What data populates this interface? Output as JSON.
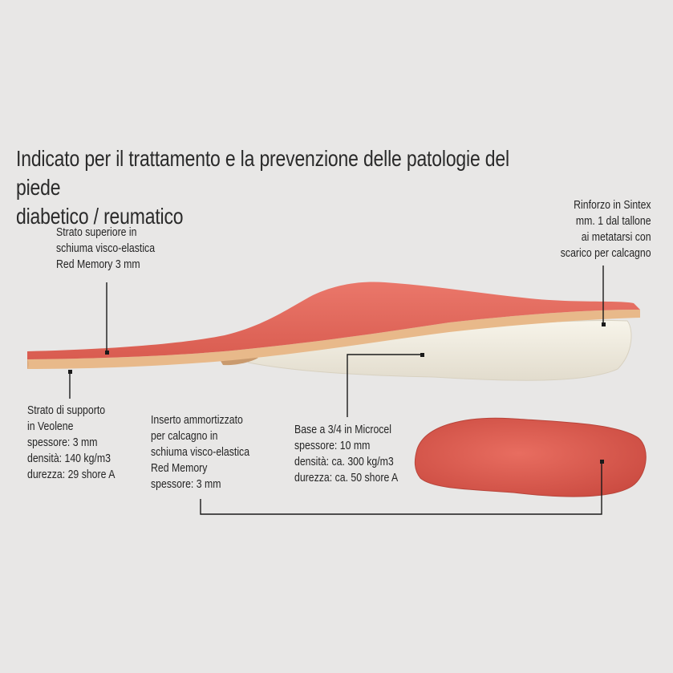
{
  "title_line1": "Indicato per il trattamento e la prevenzione delle patologie del piede",
  "title_line2": "diabetico / reumatico",
  "labels": {
    "top_layer": "Strato superiore in\nschiuma visco-elastica\nRed Memory 3 mm",
    "reinforcement": "Rinforzo in Sintex\nmm. 1 dal tallone\nai metatarsi con\nscarico per calcagno",
    "support_layer": "Strato di supporto\nin Veolene\nspessore: 3 mm\ndensità: 140 kg/m3\ndurezza: 29 shore A",
    "heel_insert": "Inserto ammortizzato\nper calcagno in\nschiuma visco-elastica\nRed Memory\nspessore: 3 mm",
    "base": "Base a 3/4 in Microcel\nspessore: 10 mm\ndensità: ca. 300 kg/m3\ndurezza: ca. 50 shore A"
  },
  "colors": {
    "background": "#e8e7e6",
    "red_memory": "#e46a5d",
    "veolene": "#e8b98a",
    "microcel": "#f3f0e6",
    "leader_line": "#1a1a1a"
  }
}
